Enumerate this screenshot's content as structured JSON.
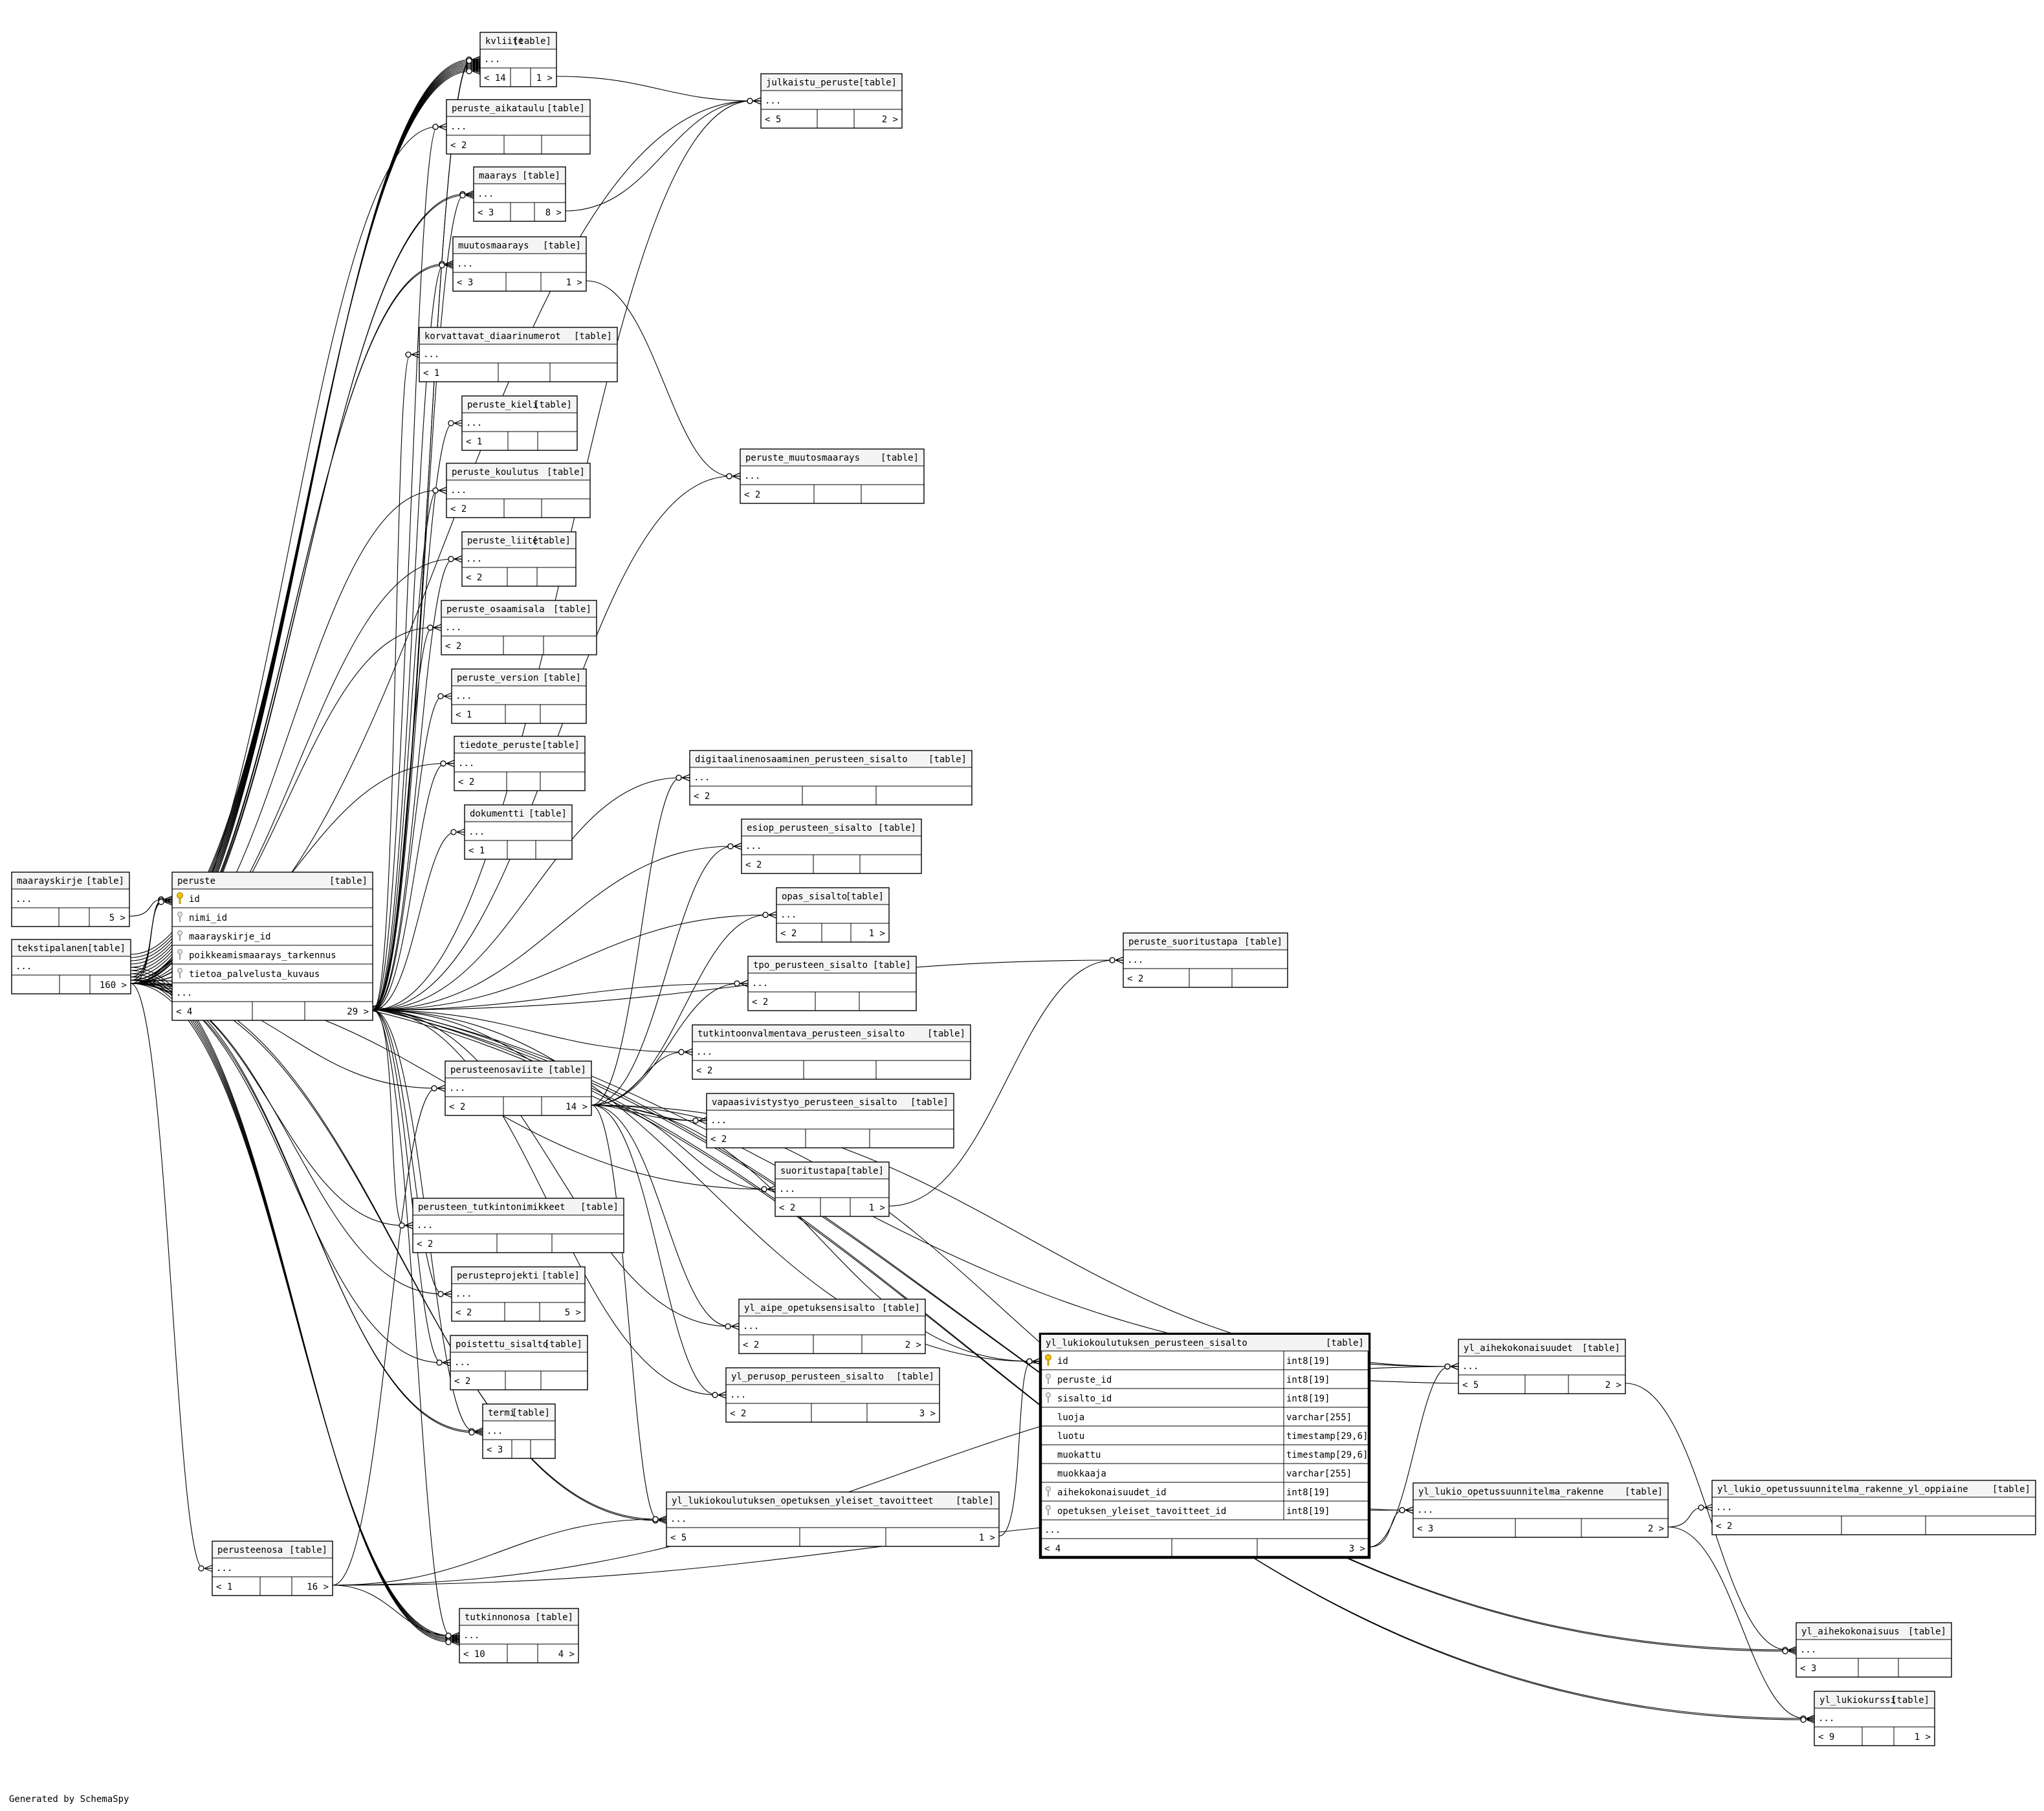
{
  "type_tag": "[table]",
  "ellipsis": "...",
  "footer": "Generated by SchemaSpy",
  "tables": [
    {
      "id": "kvliite",
      "name": "kvliite",
      "children": "14",
      "parents": "1"
    },
    {
      "id": "peruste_aikataulu",
      "name": "peruste_aikataulu",
      "children": "2",
      "parents": ""
    },
    {
      "id": "julkaistu_peruste",
      "name": "julkaistu_peruste",
      "children": "5",
      "parents": "2"
    },
    {
      "id": "maarays",
      "name": "maarays",
      "children": "3",
      "parents": "8"
    },
    {
      "id": "muutosmaarays",
      "name": "muutosmaarays",
      "children": "3",
      "parents": "1"
    },
    {
      "id": "korvattavat_diaarinumerot",
      "name": "korvattavat_diaarinumerot",
      "children": "1",
      "parents": ""
    },
    {
      "id": "peruste_kieli",
      "name": "peruste_kieli",
      "children": "1",
      "parents": ""
    },
    {
      "id": "peruste_koulutus",
      "name": "peruste_koulutus",
      "children": "2",
      "parents": ""
    },
    {
      "id": "peruste_liite",
      "name": "peruste_liite",
      "children": "2",
      "parents": ""
    },
    {
      "id": "peruste_osaamisala",
      "name": "peruste_osaamisala",
      "children": "2",
      "parents": ""
    },
    {
      "id": "peruste_version",
      "name": "peruste_version",
      "children": "1",
      "parents": ""
    },
    {
      "id": "tiedote_peruste",
      "name": "tiedote_peruste",
      "children": "2",
      "parents": ""
    },
    {
      "id": "dokumentti",
      "name": "dokumentti",
      "children": "1",
      "parents": ""
    },
    {
      "id": "peruste_muutosmaarays",
      "name": "peruste_muutosmaarays",
      "children": "2",
      "parents": ""
    },
    {
      "id": "digitaalinenosaaminen_perusteen_sisalto",
      "name": "digitaalinenosaaminen_perusteen_sisalto",
      "children": "2",
      "parents": ""
    },
    {
      "id": "esiop_perusteen_sisalto",
      "name": "esiop_perusteen_sisalto",
      "children": "2",
      "parents": ""
    },
    {
      "id": "opas_sisalto",
      "name": "opas_sisalto",
      "children": "2",
      "parents": "1"
    },
    {
      "id": "tpo_perusteen_sisalto",
      "name": "tpo_perusteen_sisalto",
      "children": "2",
      "parents": ""
    },
    {
      "id": "tutkintoonvalmentava_perusteen_sisalto",
      "name": "tutkintoonvalmentava_perusteen_sisalto",
      "children": "2",
      "parents": ""
    },
    {
      "id": "vapaasivistystyo_perusteen_sisalto",
      "name": "vapaasivistystyo_perusteen_sisalto",
      "children": "2",
      "parents": ""
    },
    {
      "id": "suoritustapa",
      "name": "suoritustapa",
      "children": "2",
      "parents": "1"
    },
    {
      "id": "peruste_suoritustapa",
      "name": "peruste_suoritustapa",
      "children": "2",
      "parents": ""
    },
    {
      "id": "maarayskirje",
      "name": "maarayskirje",
      "children": "",
      "parents": "5"
    },
    {
      "id": "tekstipalanen",
      "name": "tekstipalanen",
      "children": "",
      "parents": "160"
    },
    {
      "id": "peruste",
      "name": "peruste",
      "children": "4",
      "parents": "29",
      "columns": [
        {
          "name": "id",
          "key": "pk"
        },
        {
          "name": "nimi_id",
          "key": "fk"
        },
        {
          "name": "maarayskirje_id",
          "key": "fk"
        },
        {
          "name": "poikkeamismaarays_tarkennus",
          "key": "fk"
        },
        {
          "name": "tietoa_palvelusta_kuvaus",
          "key": "fk"
        }
      ]
    },
    {
      "id": "perusteenosaviite",
      "name": "perusteenosaviite",
      "children": "2",
      "parents": "14"
    },
    {
      "id": "perusteen_tutkintonimikkeet",
      "name": "perusteen_tutkintonimikkeet",
      "children": "2",
      "parents": ""
    },
    {
      "id": "perusteprojekti",
      "name": "perusteprojekti",
      "children": "2",
      "parents": "5"
    },
    {
      "id": "poistettu_sisalto",
      "name": "poistettu_sisalto",
      "children": "2",
      "parents": ""
    },
    {
      "id": "termi",
      "name": "termi",
      "children": "3",
      "parents": ""
    },
    {
      "id": "yl_aipe_opetuksensisalto",
      "name": "yl_aipe_opetuksensisalto",
      "children": "2",
      "parents": "2"
    },
    {
      "id": "yl_perusop_perusteen_sisalto",
      "name": "yl_perusop_perusteen_sisalto",
      "children": "2",
      "parents": "3"
    },
    {
      "id": "yl_lukiokoulutuksen_opetuksen_yleiset_tavoitteet",
      "name": "yl_lukiokoulutuksen_opetuksen_yleiset_tavoitteet",
      "children": "5",
      "parents": "1"
    },
    {
      "id": "perusteenosa",
      "name": "perusteenosa",
      "children": "1",
      "parents": "16"
    },
    {
      "id": "tutkinnonosa",
      "name": "tutkinnonosa",
      "children": "10",
      "parents": "4"
    },
    {
      "id": "yl_lukiokoulutuksen_perusteen_sisalto",
      "name": "yl_lukiokoulutuksen_perusteen_sisalto",
      "children": "4",
      "parents": "3",
      "focus": true,
      "columns": [
        {
          "name": "id",
          "type": "int8[19]",
          "key": "pk"
        },
        {
          "name": "peruste_id",
          "type": "int8[19]",
          "key": "fk"
        },
        {
          "name": "sisalto_id",
          "type": "int8[19]",
          "key": "fk"
        },
        {
          "name": "luoja",
          "type": "varchar[255]",
          "key": ""
        },
        {
          "name": "luotu",
          "type": "timestamp[29,6]",
          "key": ""
        },
        {
          "name": "muokattu",
          "type": "timestamp[29,6]",
          "key": ""
        },
        {
          "name": "muokkaaja",
          "type": "varchar[255]",
          "key": ""
        },
        {
          "name": "aihekokonaisuudet_id",
          "type": "int8[19]",
          "key": "fk"
        },
        {
          "name": "opetuksen_yleiset_tavoitteet_id",
          "type": "int8[19]",
          "key": "fk"
        }
      ]
    },
    {
      "id": "yl_aihekokonaisuudet",
      "name": "yl_aihekokonaisuudet",
      "children": "5",
      "parents": "2"
    },
    {
      "id": "yl_lukio_opetussuunnitelma_rakenne",
      "name": "yl_lukio_opetussuunnitelma_rakenne",
      "children": "3",
      "parents": "2"
    },
    {
      "id": "yl_lukio_opetussuunnitelma_rakenne_yl_oppiaine",
      "name": "yl_lukio_opetussuunnitelma_rakenne_yl_oppiaine",
      "children": "2",
      "parents": ""
    },
    {
      "id": "yl_aihekokonaisuus",
      "name": "yl_aihekokonaisuus",
      "children": "3",
      "parents": ""
    },
    {
      "id": "yl_lukiokurssi",
      "name": "yl_lukiokurssi",
      "children": "9",
      "parents": "1"
    }
  ],
  "relationships": [
    [
      "kvliite",
      "tekstipalanen"
    ],
    [
      "kvliite",
      "tekstipalanen"
    ],
    [
      "kvliite",
      "tekstipalanen"
    ],
    [
      "kvliite",
      "tekstipalanen"
    ],
    [
      "kvliite",
      "tekstipalanen"
    ],
    [
      "kvliite",
      "tekstipalanen"
    ],
    [
      "kvliite",
      "tekstipalanen"
    ],
    [
      "kvliite",
      "tekstipalanen"
    ],
    [
      "kvliite",
      "tekstipalanen"
    ],
    [
      "kvliite",
      "tekstipalanen"
    ],
    [
      "kvliite",
      "peruste"
    ],
    [
      "kvliite",
      "peruste"
    ],
    [
      "julkaistu_peruste",
      "kvliite"
    ],
    [
      "julkaistu_peruste",
      "peruste"
    ],
    [
      "julkaistu_peruste",
      "maarays"
    ],
    [
      "julkaistu_peruste",
      "tekstipalanen"
    ],
    [
      "peruste_aikataulu",
      "peruste"
    ],
    [
      "peruste_aikataulu",
      "tekstipalanen"
    ],
    [
      "maarays",
      "peruste"
    ],
    [
      "maarays",
      "tekstipalanen"
    ],
    [
      "maarays",
      "tekstipalanen"
    ],
    [
      "muutosmaarays",
      "peruste"
    ],
    [
      "muutosmaarays",
      "tekstipalanen"
    ],
    [
      "muutosmaarays",
      "tekstipalanen"
    ],
    [
      "korvattavat_diaarinumerot",
      "peruste"
    ],
    [
      "peruste_kieli",
      "peruste"
    ],
    [
      "peruste_koulutus",
      "peruste"
    ],
    [
      "peruste_koulutus",
      "tekstipalanen"
    ],
    [
      "peruste_liite",
      "peruste"
    ],
    [
      "peruste_liite",
      "tekstipalanen"
    ],
    [
      "peruste_osaamisala",
      "peruste"
    ],
    [
      "peruste_osaamisala",
      "tekstipalanen"
    ],
    [
      "peruste_version",
      "peruste"
    ],
    [
      "tiedote_peruste",
      "peruste"
    ],
    [
      "tiedote_peruste",
      "tekstipalanen"
    ],
    [
      "dokumentti",
      "peruste"
    ],
    [
      "peruste_muutosmaarays",
      "peruste"
    ],
    [
      "peruste_muutosmaarays",
      "muutosmaarays"
    ],
    [
      "digitaalinenosaaminen_perusteen_sisalto",
      "peruste"
    ],
    [
      "digitaalinenosaaminen_perusteen_sisalto",
      "perusteenosaviite"
    ],
    [
      "esiop_perusteen_sisalto",
      "peruste"
    ],
    [
      "esiop_perusteen_sisalto",
      "perusteenosaviite"
    ],
    [
      "opas_sisalto",
      "peruste"
    ],
    [
      "opas_sisalto",
      "perusteenosaviite"
    ],
    [
      "tpo_perusteen_sisalto",
      "peruste"
    ],
    [
      "tpo_perusteen_sisalto",
      "perusteenosaviite"
    ],
    [
      "tutkintoonvalmentava_perusteen_sisalto",
      "peruste"
    ],
    [
      "tutkintoonvalmentava_perusteen_sisalto",
      "perusteenosaviite"
    ],
    [
      "vapaasivistystyo_perusteen_sisalto",
      "peruste"
    ],
    [
      "vapaasivistystyo_perusteen_sisalto",
      "perusteenosaviite"
    ],
    [
      "suoritustapa",
      "perusteenosaviite"
    ],
    [
      "suoritustapa",
      "tekstipalanen"
    ],
    [
      "peruste_suoritustapa",
      "peruste"
    ],
    [
      "peruste_suoritustapa",
      "suoritustapa"
    ],
    [
      "peruste",
      "maarayskirje"
    ],
    [
      "peruste",
      "tekstipalanen"
    ],
    [
      "peruste",
      "tekstipalanen"
    ],
    [
      "peruste",
      "tekstipalanen"
    ],
    [
      "perusteenosaviite",
      "perusteenosa"
    ],
    [
      "perusteenosaviite",
      "tekstipalanen"
    ],
    [
      "perusteen_tutkintonimikkeet",
      "peruste"
    ],
    [
      "perusteen_tutkintonimikkeet",
      "tekstipalanen"
    ],
    [
      "perusteprojekti",
      "peruste"
    ],
    [
      "perusteprojekti",
      "tekstipalanen"
    ],
    [
      "poistettu_sisalto",
      "peruste"
    ],
    [
      "poistettu_sisalto",
      "tekstipalanen"
    ],
    [
      "termi",
      "peruste"
    ],
    [
      "termi",
      "tekstipalanen"
    ],
    [
      "termi",
      "tekstipalanen"
    ],
    [
      "yl_aipe_opetuksensisalto",
      "peruste"
    ],
    [
      "yl_aipe_opetuksensisalto",
      "perusteenosaviite"
    ],
    [
      "yl_perusop_perusteen_sisalto",
      "peruste"
    ],
    [
      "yl_perusop_perusteen_sisalto",
      "perusteenosaviite"
    ],
    [
      "yl_lukiokoulutuksen_opetuksen_yleiset_tavoitteet",
      "tekstipalanen"
    ],
    [
      "yl_lukiokoulutuksen_opetuksen_yleiset_tavoitteet",
      "tekstipalanen"
    ],
    [
      "yl_lukiokoulutuksen_opetuksen_yleiset_tavoitteet",
      "perusteenosa"
    ],
    [
      "yl_lukiokoulutuksen_opetuksen_yleiset_tavoitteet",
      "perusteenosaviite"
    ],
    [
      "perusteenosa",
      "tekstipalanen"
    ],
    [
      "tutkinnonosa",
      "tekstipalanen"
    ],
    [
      "tutkinnonosa",
      "tekstipalanen"
    ],
    [
      "tutkinnonosa",
      "tekstipalanen"
    ],
    [
      "tutkinnonosa",
      "tekstipalanen"
    ],
    [
      "tutkinnonosa",
      "tekstipalanen"
    ],
    [
      "tutkinnonosa",
      "perusteenosa"
    ],
    [
      "tutkinnonosa",
      "peruste"
    ],
    [
      "tutkinnonosa",
      "tekstipalanen"
    ],
    [
      "yl_lukiokoulutuksen_perusteen_sisalto",
      "peruste"
    ],
    [
      "yl_lukiokoulutuksen_perusteen_sisalto",
      "perusteenosaviite"
    ],
    [
      "yl_lukiokoulutuksen_perusteen_sisalto",
      "yl_aihekokonaisuudet"
    ],
    [
      "yl_lukiokoulutuksen_perusteen_sisalto",
      "yl_lukiokoulutuksen_opetuksen_yleiset_tavoitteet"
    ],
    [
      "yl_aihekokonaisuudet",
      "tekstipalanen"
    ],
    [
      "yl_aihekokonaisuudet",
      "perusteenosa"
    ],
    [
      "yl_aihekokonaisuudet",
      "perusteenosaviite"
    ],
    [
      "yl_aihekokonaisuudet",
      "yl_lukiokoulutuksen_perusteen_sisalto"
    ],
    [
      "yl_lukio_opetussuunnitelma_rakenne",
      "perusteenosaviite"
    ],
    [
      "yl_lukio_opetussuunnitelma_rakenne",
      "yl_lukiokoulutuksen_perusteen_sisalto"
    ],
    [
      "yl_lukio_opetussuunnitelma_rakenne",
      "perusteenosa"
    ],
    [
      "yl_lukio_opetussuunnitelma_rakenne_yl_oppiaine",
      "yl_lukio_opetussuunnitelma_rakenne"
    ],
    [
      "yl_aihekokonaisuus",
      "yl_aihekokonaisuudet"
    ],
    [
      "yl_aihekokonaisuus",
      "tekstipalanen"
    ],
    [
      "yl_aihekokonaisuus",
      "tekstipalanen"
    ],
    [
      "yl_lukiokurssi",
      "yl_lukio_opetussuunnitelma_rakenne"
    ],
    [
      "yl_lukiokurssi",
      "tekstipalanen"
    ],
    [
      "yl_lukiokurssi",
      "tekstipalanen"
    ]
  ]
}
